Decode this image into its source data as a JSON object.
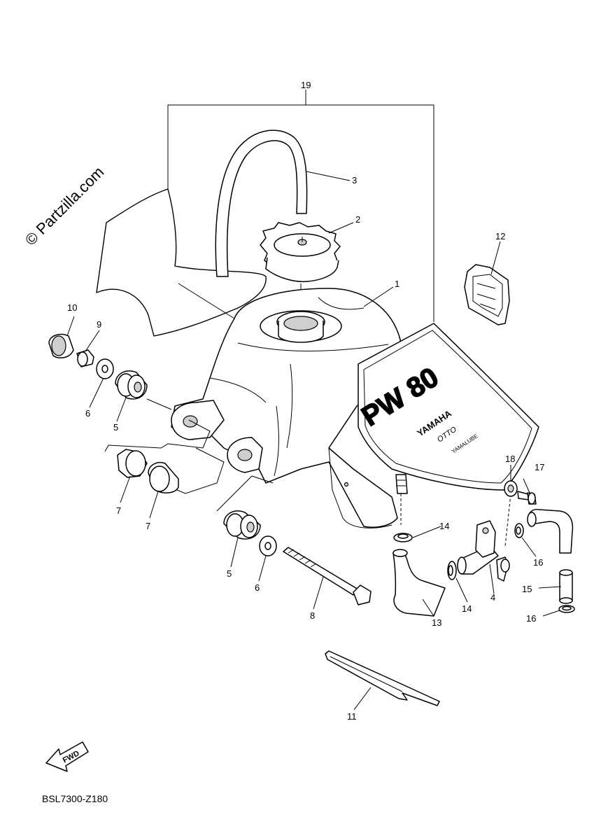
{
  "watermark": "© Partzilla.com",
  "diagram_code": "BSL7300-Z180",
  "fwd_label": "FWD",
  "decal": {
    "model": "PW 80",
    "brand": "YAMAHA",
    "sub1": "OTTO",
    "sub2": "YAMALUBE"
  },
  "callouts": {
    "c1": "1",
    "c2": "2",
    "c3": "3",
    "c4": "4",
    "c5a": "5",
    "c5b": "5",
    "c6a": "6",
    "c6b": "6",
    "c7a": "7",
    "c7b": "7",
    "c8": "8",
    "c9": "9",
    "c10": "10",
    "c11": "11",
    "c12": "12",
    "c13": "13",
    "c14a": "14",
    "c14b": "14",
    "c15": "15",
    "c16a": "16",
    "c16b": "16",
    "c17": "17",
    "c18": "18",
    "c19": "19"
  }
}
